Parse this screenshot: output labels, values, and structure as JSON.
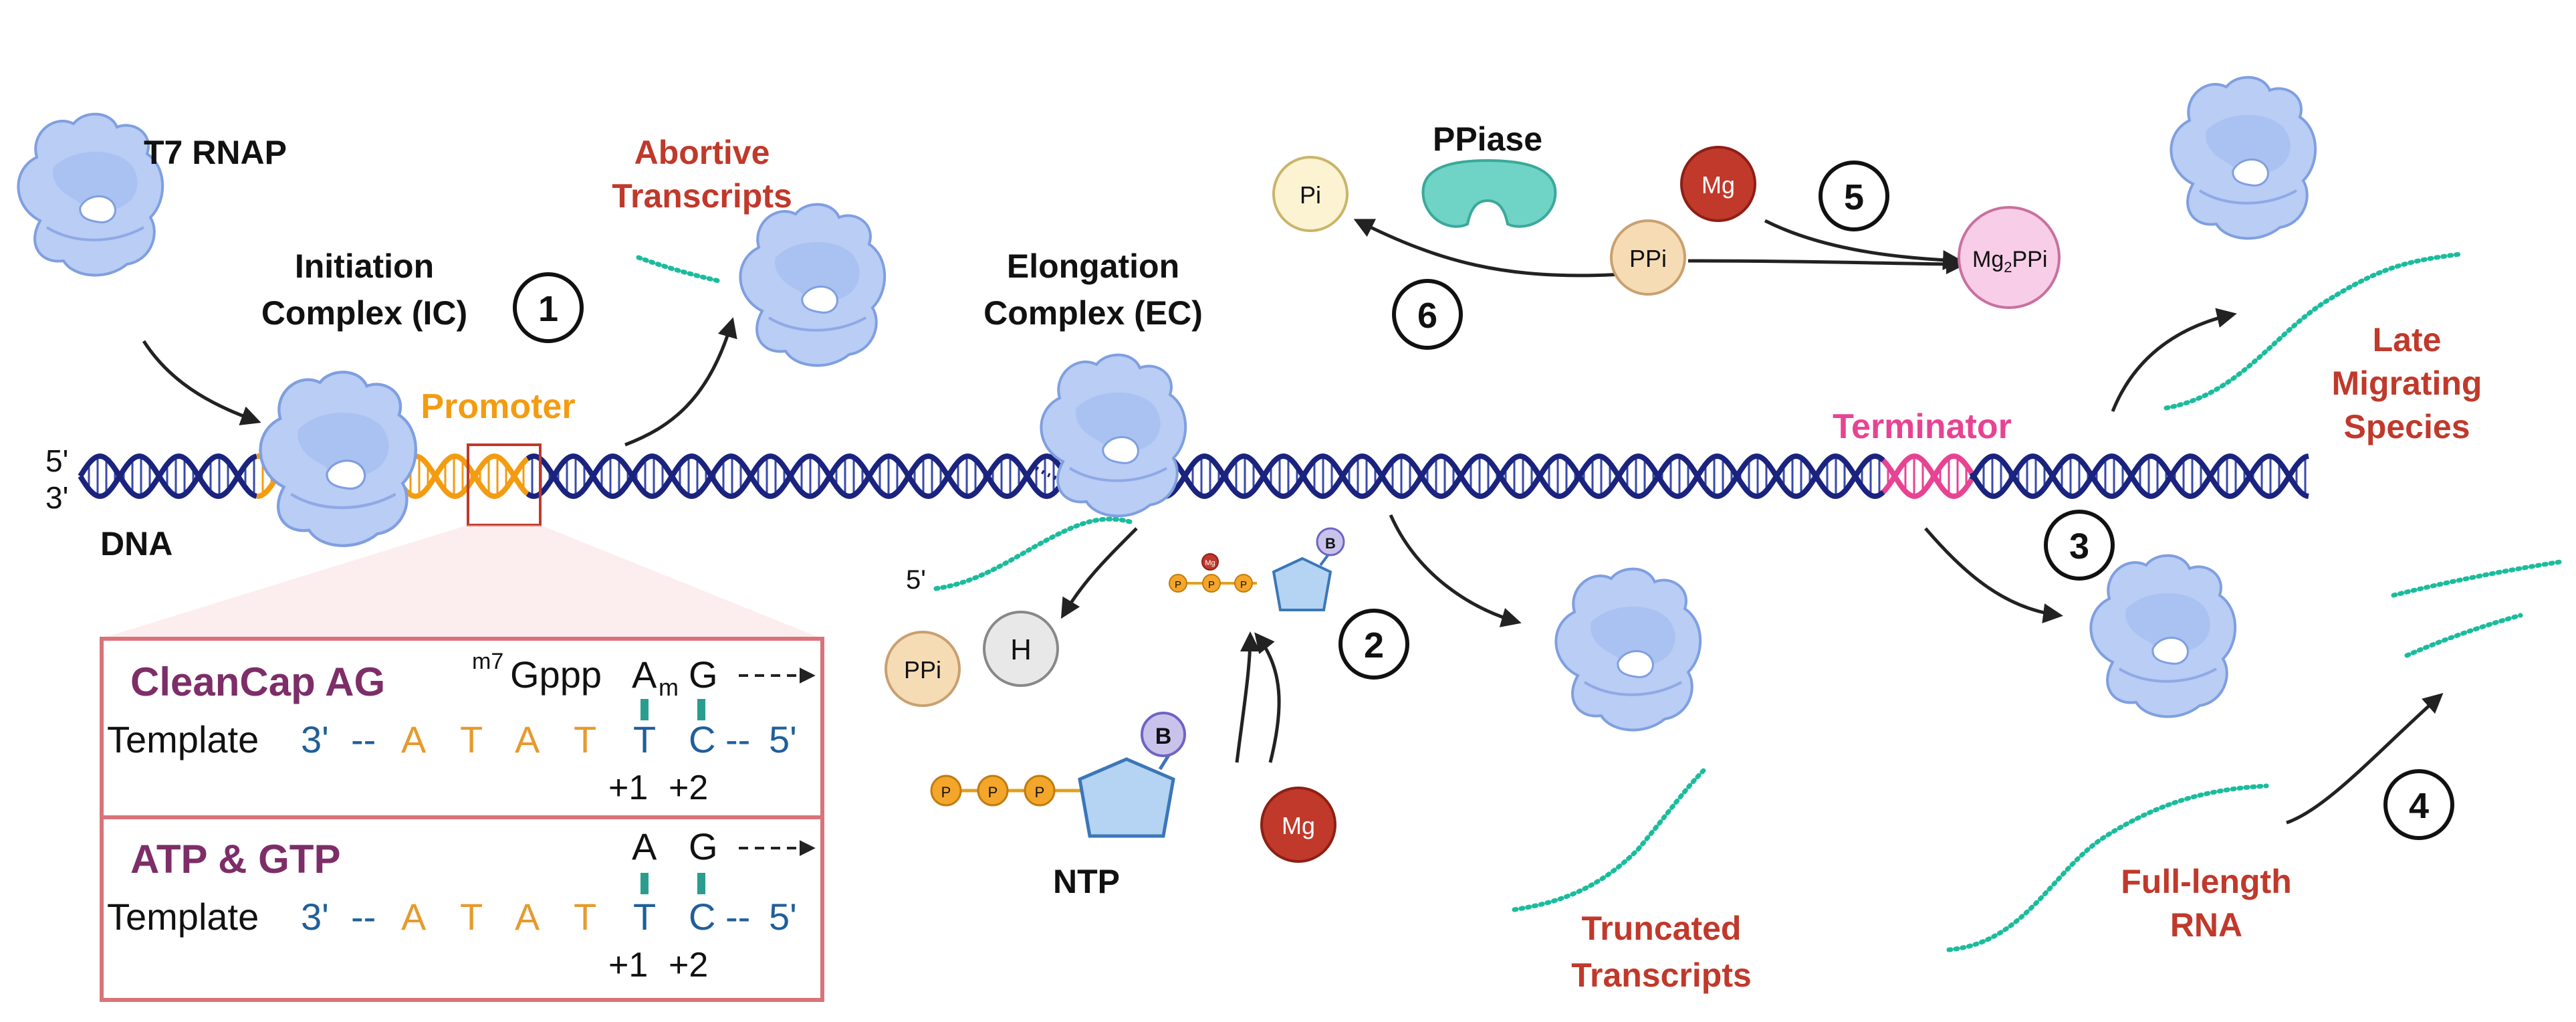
{
  "labels": {
    "t7_rnap": "T7 RNAP",
    "initiation_complex_line1": "Initiation",
    "initiation_complex_line2": "Complex (IC)",
    "promoter": "Promoter",
    "abortive_line1": "Abortive",
    "abortive_line2": "Transcripts",
    "elongation_line1": "Elongation",
    "elongation_line2": "Complex (EC)",
    "ppiase": "PPiase",
    "terminator": "Terminator",
    "late_line1": "Late",
    "late_line2": "Migrating",
    "late_line3": "Species",
    "dna": "DNA",
    "five_prime": "5'",
    "three_prime": "3'",
    "rna_five_prime": "5'",
    "ntp": "NTP",
    "truncated_line1": "Truncated",
    "truncated_line2": "Transcripts",
    "fulllength_line1": "Full-length",
    "fulllength_line2": "RNA"
  },
  "molecules": {
    "pi": "Pi",
    "ppi": "PPi",
    "mg": "Mg",
    "mg2ppi_prefix": "Mg",
    "mg2ppi_sub": "2",
    "mg2ppi_suffix": "PPi",
    "ppi_left": "PPi",
    "h": "H",
    "b": "B",
    "p": "P",
    "mg_small": "Mg"
  },
  "steps": [
    "1",
    "2",
    "3",
    "4",
    "5",
    "6"
  ],
  "inset": {
    "cleancap": {
      "title": "CleanCap AG",
      "cap_sup": "m7",
      "cap_text": "Gppp",
      "a_base": "A",
      "a_sub": "m",
      "g_base": "G",
      "template_label": "Template",
      "three": "3'",
      "dash_left": "--",
      "bases": [
        "A",
        "T",
        "A",
        "T",
        "T",
        "C"
      ],
      "dash_right": "--",
      "five": "5'",
      "pos1": "+1",
      "pos2": "+2"
    },
    "atp_gtp": {
      "title": "ATP & GTP",
      "a_base": "A",
      "g_base": "G",
      "template_label": "Template",
      "three": "3'",
      "dash_left": "--",
      "bases": [
        "A",
        "T",
        "A",
        "T",
        "T",
        "C"
      ],
      "dash_right": "--",
      "five": "5'",
      "pos1": "+1",
      "pos2": "+2"
    }
  },
  "colors": {
    "dna_strand": "#1a237e",
    "dna_rung": "#3949ab",
    "promoter": "#f39c12",
    "terminator": "#e84393",
    "rna": "#1abc9c",
    "enzyme_fill": "#b9cdf5",
    "enzyme_stroke": "#7f9fe0",
    "red_text": "#c0392b",
    "inset_title": "#7d2e68",
    "inset_border": "#d9737a",
    "template_blue": "#1f5f9a",
    "template_orange": "#e69a2e",
    "pairing": "#2a9d8f",
    "ppiase": "#6fd3c6",
    "pi_fill": "#fbf3d2",
    "ppi_fill": "#f6dcb4",
    "mg_fill": "#c0392b",
    "mg2ppi_fill": "#f7cde7",
    "h_fill": "#e8e8e8",
    "b_fill": "#c9c3ec",
    "p_fill": "#f4a62a",
    "ntp_ring": "#b5d3f2"
  },
  "icons": [
    "rna-polymerase-icon",
    "dna-helix-icon",
    "rna-strand-icon",
    "enzyme-icon",
    "phosphate-icon",
    "ribose-icon",
    "arrow-icon"
  ]
}
